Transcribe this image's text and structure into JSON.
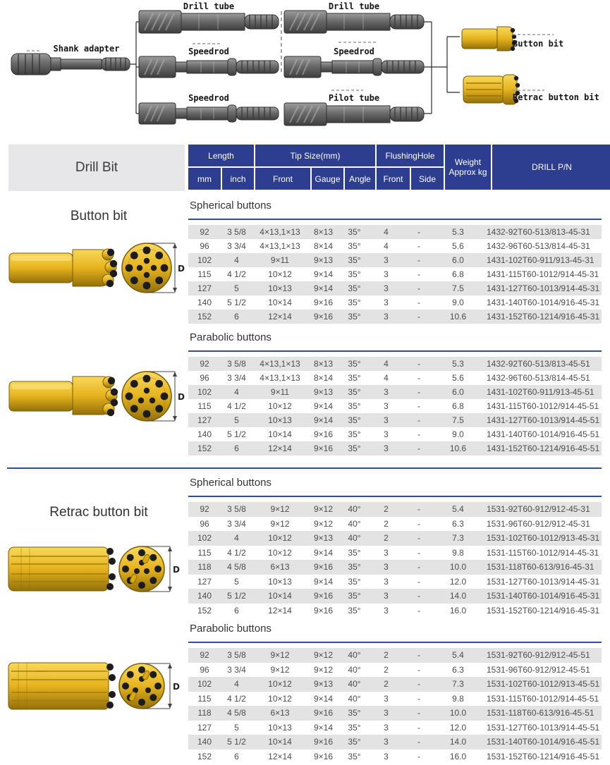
{
  "colors": {
    "header_bg": "#2d3e91",
    "stripe": "#e3e3e4",
    "divider": "#2e4e9e",
    "drill_bit_bg": "#e7e7e9",
    "bit_yellow": "#e6b31e"
  },
  "diagram": {
    "labels": {
      "shank_adapter": "Shank adapter",
      "drill_tube_1": "Drill tube",
      "speedrod_1": "Speedrod",
      "speedrod_2": "Speedrod",
      "drill_tube_2": "Drill tube",
      "speedrod_3": "Speedrod",
      "pilot_tube": "Pilot tube",
      "button_bit": "Button bit",
      "retrac_button_bit": "Retrac button bit"
    }
  },
  "table": {
    "header": {
      "drill_bit": "Drill Bit",
      "length": "Length",
      "mm": "mm",
      "inch": "inch",
      "tip_size": "Tip Size(mm)",
      "front": "Front",
      "gauge": "Gauge",
      "angle": "Angle",
      "flushing_hole": "FlushingHole",
      "front_hole": "Front",
      "side": "Side",
      "weight_line1": "Weight",
      "weight_line2": "Approx kg",
      "drill_pn": "DRILL P/N"
    }
  },
  "sections": [
    {
      "title": "Button bit",
      "dim_label": "D",
      "groups": [
        {
          "label": "Spherical buttons",
          "rows": [
            [
              "92",
              "3 5/8",
              "4×13,1×13",
              "8×13",
              "35°",
              "4",
              "-",
              "5.3",
              "1432-92T60-513/813-45-31"
            ],
            [
              "96",
              "3 3/4",
              "4×13,1×13",
              "8×14",
              "35°",
              "4",
              "-",
              "5.6",
              "1432-96T60-513/814-45-31"
            ],
            [
              "102",
              "4",
              "9×11",
              "9×13",
              "35°",
              "3",
              "-",
              "6.0",
              "1431-102T60-911/913-45-31"
            ],
            [
              "115",
              "4 1/2",
              "10×12",
              "9×14",
              "35°",
              "3",
              "-",
              "6.8",
              "1431-115T60-1012/914-45-31"
            ],
            [
              "127",
              "5",
              "10×13",
              "9×14",
              "35°",
              "3",
              "-",
              "7.5",
              "1431-127T60-1013/914-45-31"
            ],
            [
              "140",
              "5 1/2",
              "10×14",
              "9×16",
              "35°",
              "3",
              "-",
              "9.0",
              "1431-140T60-1014/916-45-31"
            ],
            [
              "152",
              "6",
              "12×14",
              "9×16",
              "35°",
              "3",
              "-",
              "10.6",
              "1431-152T60-1214/916-45-31"
            ]
          ]
        },
        {
          "label": "Parabolic buttons",
          "rows": [
            [
              "92",
              "3 5/8",
              "4×13,1×13",
              "8×13",
              "35°",
              "4",
              "-",
              "5.3",
              "1432-92T60-513/813-45-51"
            ],
            [
              "96",
              "3 3/4",
              "4×13,1×13",
              "8×14",
              "35°",
              "4",
              "-",
              "5.6",
              "1432-96T60-513/814-45-51"
            ],
            [
              "102",
              "4",
              "9×11",
              "9×13",
              "35°",
              "3",
              "-",
              "6.0",
              "1431-102T60-911/913-45-51"
            ],
            [
              "115",
              "4 1/2",
              "10×12",
              "9×14",
              "35°",
              "3",
              "-",
              "6.8",
              "1431-115T60-1012/914-45-51"
            ],
            [
              "127",
              "5",
              "10×13",
              "9×14",
              "35°",
              "3",
              "-",
              "7.5",
              "1431-127T60-1013/914-45-51"
            ],
            [
              "140",
              "5 1/2",
              "10×14",
              "9×16",
              "35°",
              "3",
              "-",
              "9.0",
              "1431-140T60-1014/916-45-51"
            ],
            [
              "152",
              "6",
              "12×14",
              "9×16",
              "35°",
              "3",
              "-",
              "10.6",
              "1431-152T60-1214/916-45-51"
            ]
          ]
        }
      ]
    },
    {
      "title": "Retrac button bit",
      "dim_label": "D",
      "groups": [
        {
          "label": "Spherical buttons",
          "rows": [
            [
              "92",
              "3 5/8",
              "9×12",
              "9×12",
              "40°",
              "2",
              "-",
              "5.4",
              "1531-92T60-912/912-45-31"
            ],
            [
              "96",
              "3 3/4",
              "9×12",
              "9×12",
              "40°",
              "2",
              "-",
              "6.3",
              "1531-96T60-912/912-45-31"
            ],
            [
              "102",
              "4",
              "10×12",
              "9×13",
              "40°",
              "2",
              "-",
              "7.3",
              "1531-102T60-1012/913-45-31"
            ],
            [
              "115",
              "4 1/2",
              "10×12",
              "9×14",
              "35°",
              "3",
              "-",
              "9.8",
              "1531-115T60-1012/914-45-31"
            ],
            [
              "118",
              "4 5/8",
              "6×13",
              "9×16",
              "35°",
              "3",
              "-",
              "10.0",
              "1531-118T60-613/916-45-31"
            ],
            [
              "127",
              "5",
              "10×13",
              "9×14",
              "35°",
              "3",
              "-",
              "12.0",
              "1531-127T60-1013/914-45-31"
            ],
            [
              "140",
              "5 1/2",
              "10×14",
              "9×16",
              "35°",
              "3",
              "-",
              "14.0",
              "1531-140T60-1014/916-45-31"
            ],
            [
              "152",
              "6",
              "12×14",
              "9×16",
              "35°",
              "3",
              "-",
              "16.0",
              "1531-152T60-1214/916-45-31"
            ]
          ]
        },
        {
          "label": "Parabolic buttons",
          "rows": [
            [
              "92",
              "3 5/8",
              "9×12",
              "9×12",
              "40°",
              "2",
              "-",
              "5.4",
              "1531-92T60-912/912-45-51"
            ],
            [
              "96",
              "3 3/4",
              "9×12",
              "9×12",
              "40°",
              "2",
              "-",
              "6.3",
              "1531-96T60-912/912-45-51"
            ],
            [
              "102",
              "4",
              "10×12",
              "9×13",
              "40°",
              "2",
              "-",
              "7.3",
              "1531-102T60-1012/913-45-51"
            ],
            [
              "115",
              "4 1/2",
              "10×12",
              "9×14",
              "40°",
              "3",
              "-",
              "9.8",
              "1531-115T60-1012/914-45-51"
            ],
            [
              "118",
              "4 5/8",
              "6×13",
              "9×16",
              "35°",
              "3",
              "-",
              "10.0",
              "1531-118T60-613/916-45-51"
            ],
            [
              "127",
              "5",
              "10×13",
              "9×14",
              "35°",
              "3",
              "-",
              "12.0",
              "1531-127T60-1013/914-45-51"
            ],
            [
              "140",
              "5 1/2",
              "10×14",
              "9×16",
              "35°",
              "3",
              "-",
              "14.0",
              "1531-140T60-1014/916-45-51"
            ],
            [
              "152",
              "6",
              "12×14",
              "9×16",
              "35°",
              "3",
              "-",
              "16.0",
              "1531-152T60-1214/916-45-51"
            ]
          ]
        }
      ]
    }
  ]
}
